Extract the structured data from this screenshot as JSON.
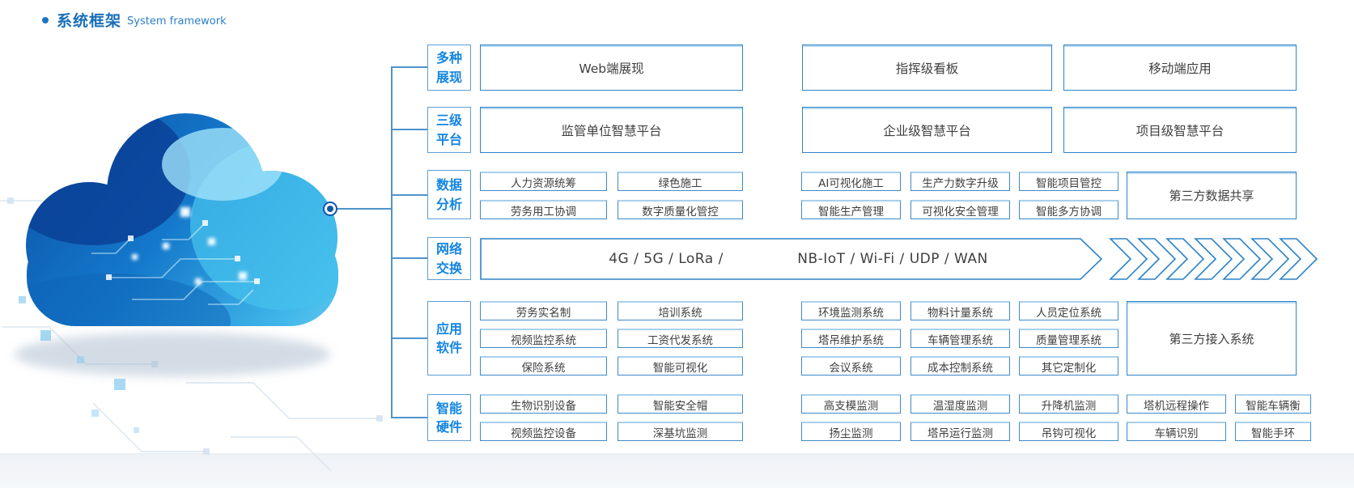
{
  "title": {
    "zh": "系统框架",
    "en": "System framework"
  },
  "categories": {
    "display": {
      "line1": "多种",
      "line2": "展现"
    },
    "platform": {
      "line1": "三级",
      "line2": "平台"
    },
    "data": {
      "line1": "数据",
      "line2": "分析"
    },
    "network": {
      "line1": "网络",
      "line2": "交换"
    },
    "software": {
      "line1": "应用",
      "line2": "软件"
    },
    "hardware": {
      "line1": "智能",
      "line2": "硬件"
    }
  },
  "display_row": [
    "Web端展现",
    "指挥级看板",
    "移动端应用"
  ],
  "platform_row": [
    "监管单位智慧平台",
    "企业级智慧平台",
    "项目级智慧平台"
  ],
  "data_rows": {
    "r1": [
      "人力资源统筹",
      "绿色施工",
      "AI可视化施工",
      "生产力数字升级",
      "智能项目管控"
    ],
    "r2": [
      "劳务用工协调",
      "数字质量化管控",
      "智能生产管理",
      "可视化安全管理",
      "智能多方协调"
    ],
    "tall": "第三方数据共享"
  },
  "network_row": {
    "left": "4G / 5G / LoRa /",
    "right": "NB-IoT / Wi-Fi / UDP / WAN",
    "chevron_count": 7
  },
  "software_rows": {
    "r1": [
      "劳务实名制",
      "培训系统",
      "环境监测系统",
      "物料计量系统",
      "人员定位系统"
    ],
    "r2": [
      "视频监控系统",
      "工资代发系统",
      "塔吊维护系统",
      "车辆管理系统",
      "质量管理系统"
    ],
    "r3": [
      "保险系统",
      "智能可视化",
      "会议系统",
      "成本控制系统",
      "其它定制化"
    ],
    "tall": "第三方接入系统"
  },
  "hardware_rows": {
    "r1": [
      "生物识别设备",
      "智能安全帽",
      "高支模监测",
      "温湿度监测",
      "升降机监测",
      "塔机远程操作",
      "智能车辆衡"
    ],
    "r2": [
      "视频监控设备",
      "深基坑监测",
      "扬尘监测",
      "塔吊运行监测",
      "吊钩可视化",
      "车辆识别",
      "智能手环"
    ]
  },
  "colors": {
    "border_blue": "#2e83c6",
    "category_blue": "#1385e0",
    "title_blue": "#1a6fb8",
    "text_dark": "#3f3f3f",
    "cloud_dark": "#0b4fa5",
    "cloud_light": "#74d6f4"
  }
}
